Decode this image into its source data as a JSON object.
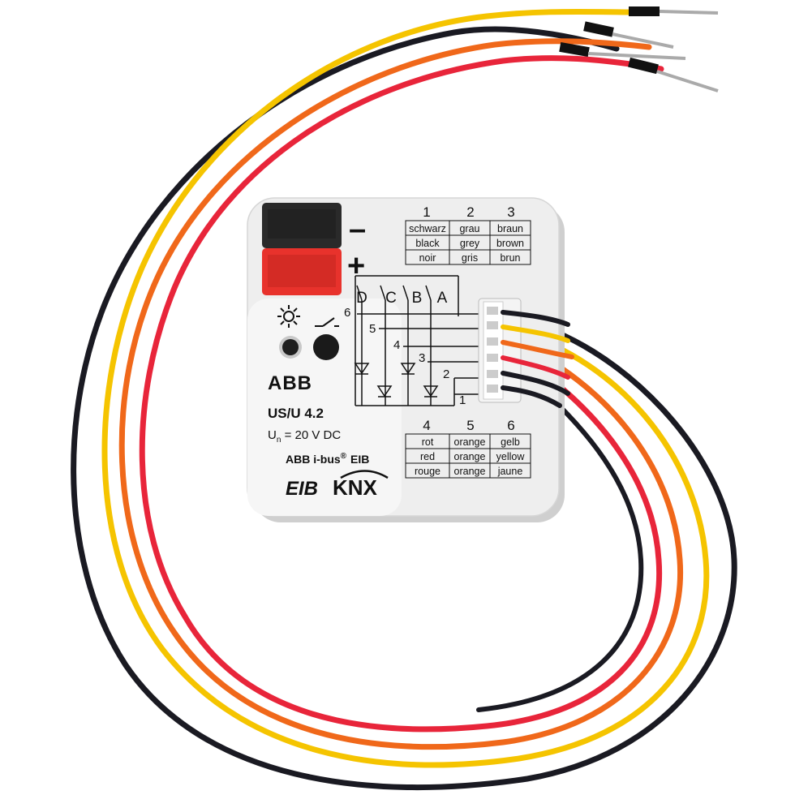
{
  "device": {
    "brand": "ABB",
    "model": "US/U 4.2",
    "voltage_prefix": "U",
    "voltage_sub": "n",
    "voltage_value": " = 20 V DC",
    "bus_label": "ABB i-bus",
    "bus_reg": "®",
    "bus_suffix": "EIB",
    "logo_eib": "EIB",
    "logo_knx": "KNX",
    "terminal_minus": "–",
    "terminal_plus": "+",
    "channels": [
      "D",
      "C",
      "B",
      "A"
    ],
    "terminals": [
      "6",
      "5",
      "4",
      "3",
      "2",
      "1"
    ],
    "icon_prog": "sun-icon",
    "icon_switch": "switch-icon"
  },
  "wire_table_top": {
    "headers": [
      "1",
      "2",
      "3"
    ],
    "rows": [
      [
        "schwarz",
        "grau",
        "braun"
      ],
      [
        "black",
        "grey",
        "brown"
      ],
      [
        "noir",
        "gris",
        "brun"
      ]
    ]
  },
  "wire_table_bottom": {
    "headers": [
      "4",
      "5",
      "6"
    ],
    "rows": [
      [
        "rot",
        "orange",
        "gelb"
      ],
      [
        "red",
        "orange",
        "yellow"
      ],
      [
        "rouge",
        "orange",
        "jaune"
      ]
    ]
  },
  "colors": {
    "yellow": "#f5c400",
    "orange": "#f0681a",
    "red": "#e8253a",
    "black": "#1a1a22",
    "housing": "#eeeeee",
    "terminal_red": "#e8322c",
    "terminal_black": "#2a2a2a"
  }
}
